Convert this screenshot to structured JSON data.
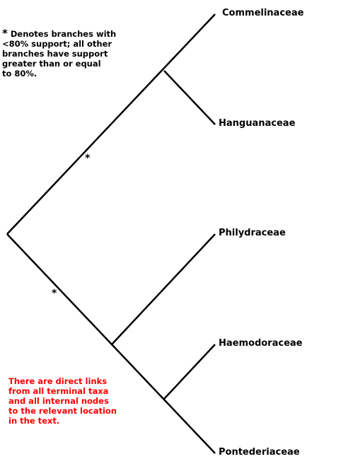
{
  "taxa": [
    "Commelinaceae",
    "Hanguanaceae",
    "Philydraceae",
    "Haemodoraceae",
    "Pontederiaceae"
  ],
  "support_note": {
    "star": "*",
    "lines": [
      "Denotes branches with",
      "<80% support; all other",
      "branches have support",
      "greater than or equal",
      "to 80%."
    ]
  },
  "link_note": {
    "lines": [
      "There are direct links",
      "from all terminal taxa",
      "and all internal nodes",
      "to the relevant location",
      "in the text."
    ]
  },
  "branch_mark": "*",
  "colors": {
    "branch": "#000000",
    "text": "#000000",
    "link_note": "#ff0000"
  }
}
